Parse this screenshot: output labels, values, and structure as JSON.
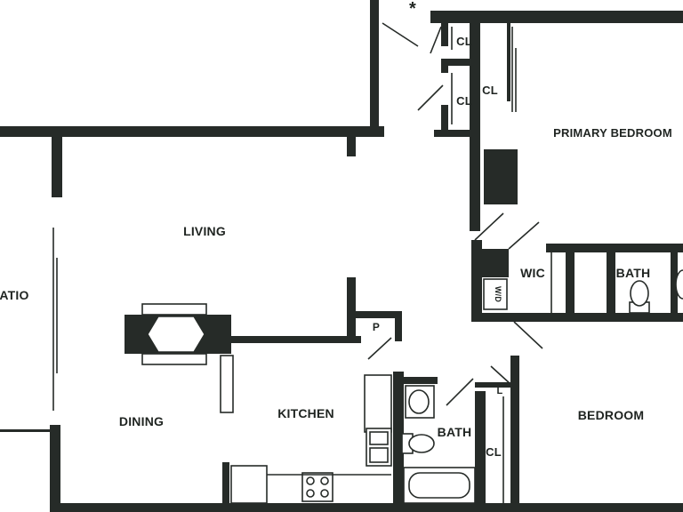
{
  "plan": {
    "marker": "*",
    "rooms": {
      "living": "LIVING",
      "dining": "DINING",
      "kitchen": "KITCHEN",
      "patio": "ATIO",
      "primary_bedroom": "PRIMARY BEDROOM",
      "bedroom": "BEDROOM",
      "bath_main": "BATH",
      "bath_primary": "BATH",
      "wic": "WIC",
      "closet_1": "CL",
      "closet_2": "CL",
      "closet_3": "CL",
      "closet_4": "CL",
      "pantry": "P",
      "linen": "L",
      "washer_dryer": "W/D"
    },
    "colors": {
      "wall": "#262b28",
      "background": "#ffffff"
    }
  }
}
